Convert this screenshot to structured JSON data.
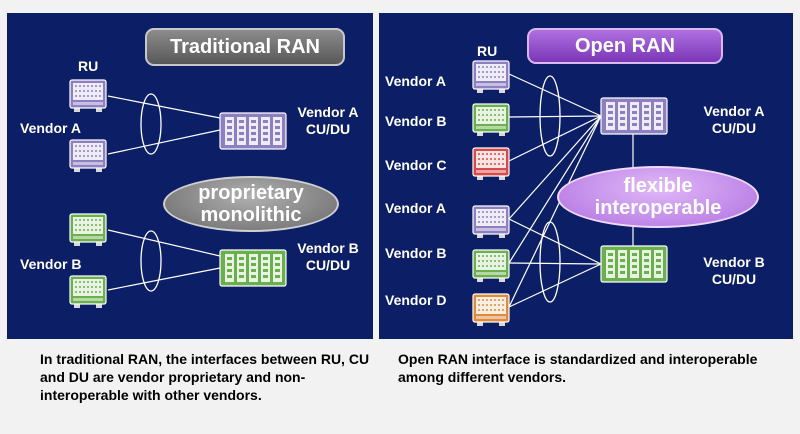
{
  "left_panel": {
    "title": "Traditional RAN",
    "ru_label": "RU",
    "vendor_a_label": "Vendor A",
    "vendor_b_label": "Vendor B",
    "cu_a_label_line1": "Vendor A",
    "cu_a_label_line2": "CU/DU",
    "cu_b_label_line1": "Vendor B",
    "cu_b_label_line2": "CU/DU",
    "oval_line1": "proprietary",
    "oval_line2": "monolithic",
    "caption": "In traditional RAN, the interfaces between RU, CU and DU are vendor proprietary and non-interoperable with other vendors."
  },
  "right_panel": {
    "title": "Open RAN",
    "ru_label": "RU",
    "ru_vendors": [
      "Vendor A",
      "Vendor B",
      "Vendor C",
      "Vendor A",
      "Vendor B",
      "Vendor D"
    ],
    "cu_a_label_line1": "Vendor A",
    "cu_a_label_line2": "CU/DU",
    "cu_b_label_line1": "Vendor B",
    "cu_b_label_line2": "CU/DU",
    "oval_line1": "flexible",
    "oval_line2": "interoperable",
    "caption": "Open RAN interface is standardized and interoperable among different vendors."
  },
  "colors": {
    "background_panel": "#0c1f66",
    "vendor_a": "#8e7fc0",
    "vendor_b": "#6ab04c",
    "vendor_c": "#d84a4a",
    "vendor_d": "#e08a3c"
  }
}
